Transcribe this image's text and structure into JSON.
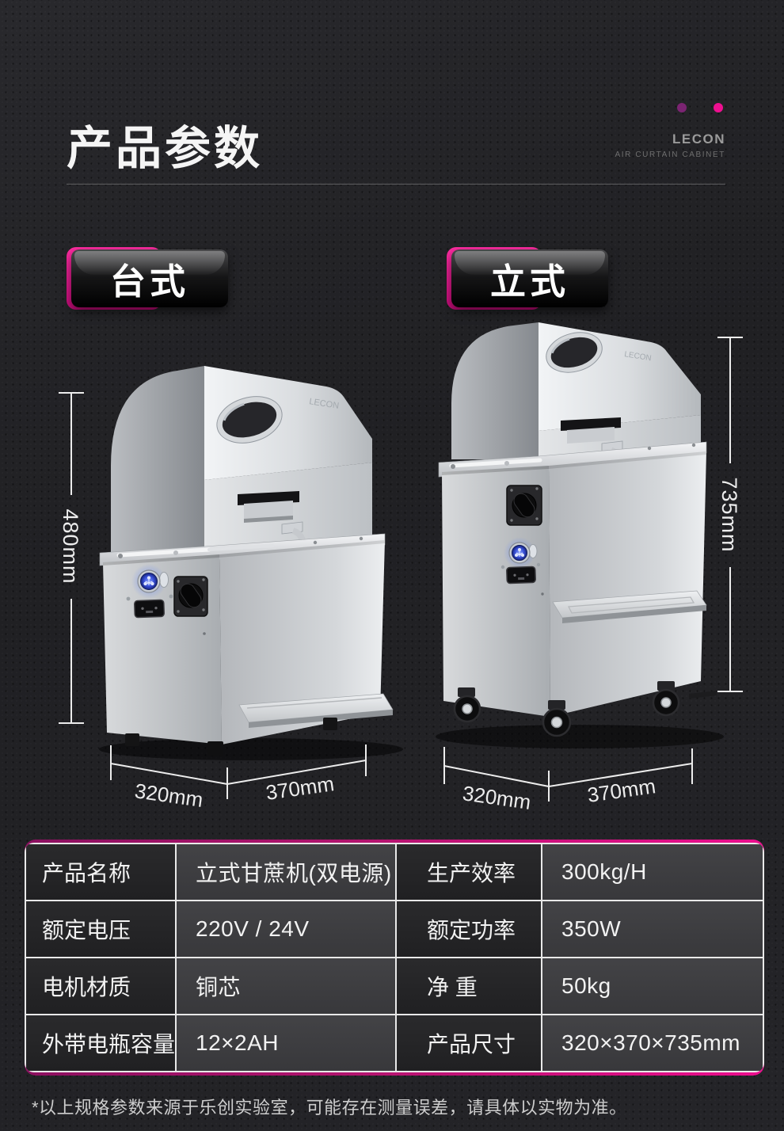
{
  "header": {
    "title": "产品参数",
    "brand_name": "LECON",
    "brand_tagline": "AIR CURTAIN CABINET"
  },
  "variants": {
    "left": {
      "badge": "台式",
      "height": "480mm",
      "depth": "320mm",
      "width": "370mm"
    },
    "right": {
      "badge": "立式",
      "height": "735mm",
      "depth": "320mm",
      "width": "370mm"
    }
  },
  "spec_table": {
    "rows": [
      {
        "c1_label": "产品名称",
        "c1_value": "立式甘蔗机(双电源)",
        "c2_label": "生产效率",
        "c2_value": "300kg/H"
      },
      {
        "c1_label": "额定电压",
        "c1_value": "220V / 24V",
        "c2_label": "额定功率",
        "c2_value": "350W"
      },
      {
        "c1_label": "电机材质",
        "c1_value": "铜芯",
        "c2_label": "净 重",
        "c2_value": "50kg"
      },
      {
        "c1_label": "外带电瓶容量",
        "c1_value": "12×2AH",
        "c2_label": "产品尺寸",
        "c2_value": "320×370×735mm"
      }
    ]
  },
  "footnote": "*以上规格参数来源于乐创实验室，可能存在测量误差，请具体以实物为准。",
  "colors": {
    "accent_pink": "#ec0e8e",
    "dot_colors": [
      "#7b2472",
      "#a91d8b",
      "#ee0f90"
    ],
    "background": "#202023",
    "table_label_bg": "#242426",
    "table_value_bg": "#3b3b3e",
    "line_color": "#ececec"
  }
}
